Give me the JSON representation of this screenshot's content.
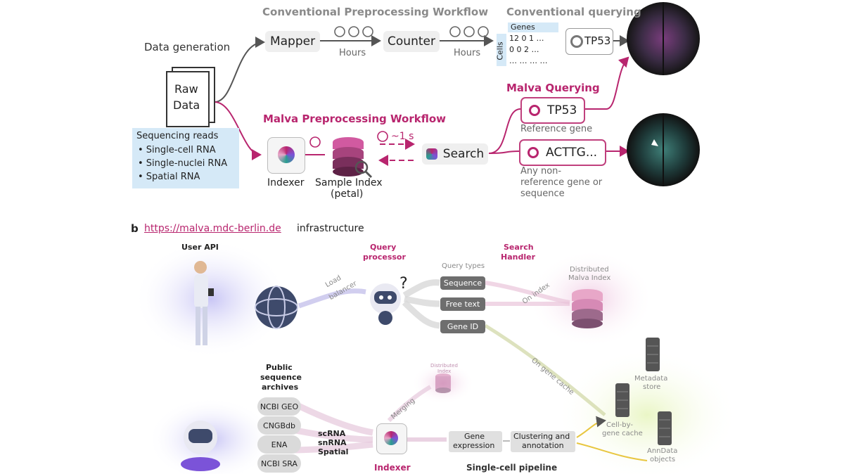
{
  "panel_a": {
    "data_generation": "Data generation",
    "raw_data_line1": "Raw",
    "raw_data_line2": "Data",
    "sequencing_title": "Sequencing reads",
    "sequencing_items": [
      "• Single-cell RNA",
      "• Single-nuclei RNA",
      "• Spatial RNA"
    ],
    "conventional_workflow_title": "Conventional Preprocessing Workflow",
    "mapper": "Mapper",
    "counter": "Counter",
    "hours": "Hours",
    "conventional_querying_title": "Conventional querying",
    "matrix_genes": "Genes",
    "matrix_cells": "Cells",
    "matrix_row1": "12  0  1  …",
    "matrix_row2": "0  0  2  …",
    "matrix_row3": "…  …  …  …",
    "tp53": "TP53",
    "malva_querying_title": "Malva Querying",
    "malva_workflow_title": "Malva Preprocessing Workflow",
    "indexer": "Indexer",
    "sample_index_line1": "Sample Index",
    "sample_index_line2": "(petal)",
    "time_1s": "~1 s",
    "search": "Search",
    "reference_gene": "Reference gene",
    "actt": "ACTTG...",
    "non_reference_line1": "Any non-",
    "non_reference_line2": "reference gene or",
    "non_reference_line3": "sequence"
  },
  "panel_b": {
    "label": "b",
    "url": "https://malva.mdc-berlin.de",
    "infrastructure": " infrastructure",
    "user_api": "User API",
    "load_balancer_line1": "Load",
    "load_balancer_line2": "balancer",
    "query_processor_line1": "Query",
    "query_processor_line2": "processor",
    "search_handler_line1": "Search",
    "search_handler_line2": "Handler",
    "query_types": "Query types",
    "query_type_items": [
      "Sequence",
      "Free text",
      "Gene ID"
    ],
    "on_index": "On index",
    "distributed_line1": "Distributed",
    "distributed_line2": "Malva Index",
    "on_gene_cache": "On gene cache",
    "public_archives_line1": "Public",
    "public_archives_line2": "sequence",
    "public_archives_line3": "archives",
    "archives": [
      "NCBI GEO",
      "CNGBdb",
      "ENA",
      "NCBI SRA"
    ],
    "scrna": "scRNA",
    "snrna": "snRNA",
    "spatial": "Spatial",
    "merging": "Merging",
    "distributed_small_line1": "Distributed",
    "distributed_small_line2": "Index",
    "indexer": "Indexer",
    "gene_expression_line1": "Gene",
    "gene_expression_line2": "expression",
    "clustering_line1": "Clustering and",
    "clustering_line2": "annotation",
    "single_cell_pipeline": "Single-cell pipeline",
    "metadata_line1": "Metadata",
    "metadata_line2": "store",
    "cell_by_gene_line1": "Cell-by-",
    "cell_by_gene_line2": "gene cache",
    "anndata_line1": "AnnData",
    "anndata_line2": "objects"
  },
  "colors": {
    "accent_pink": "#b8256e",
    "gray_title": "#8a8a8a",
    "box_gray": "#efefef",
    "light_blue": "#d5e9f7",
    "pill_gray": "#6e6e6e"
  }
}
